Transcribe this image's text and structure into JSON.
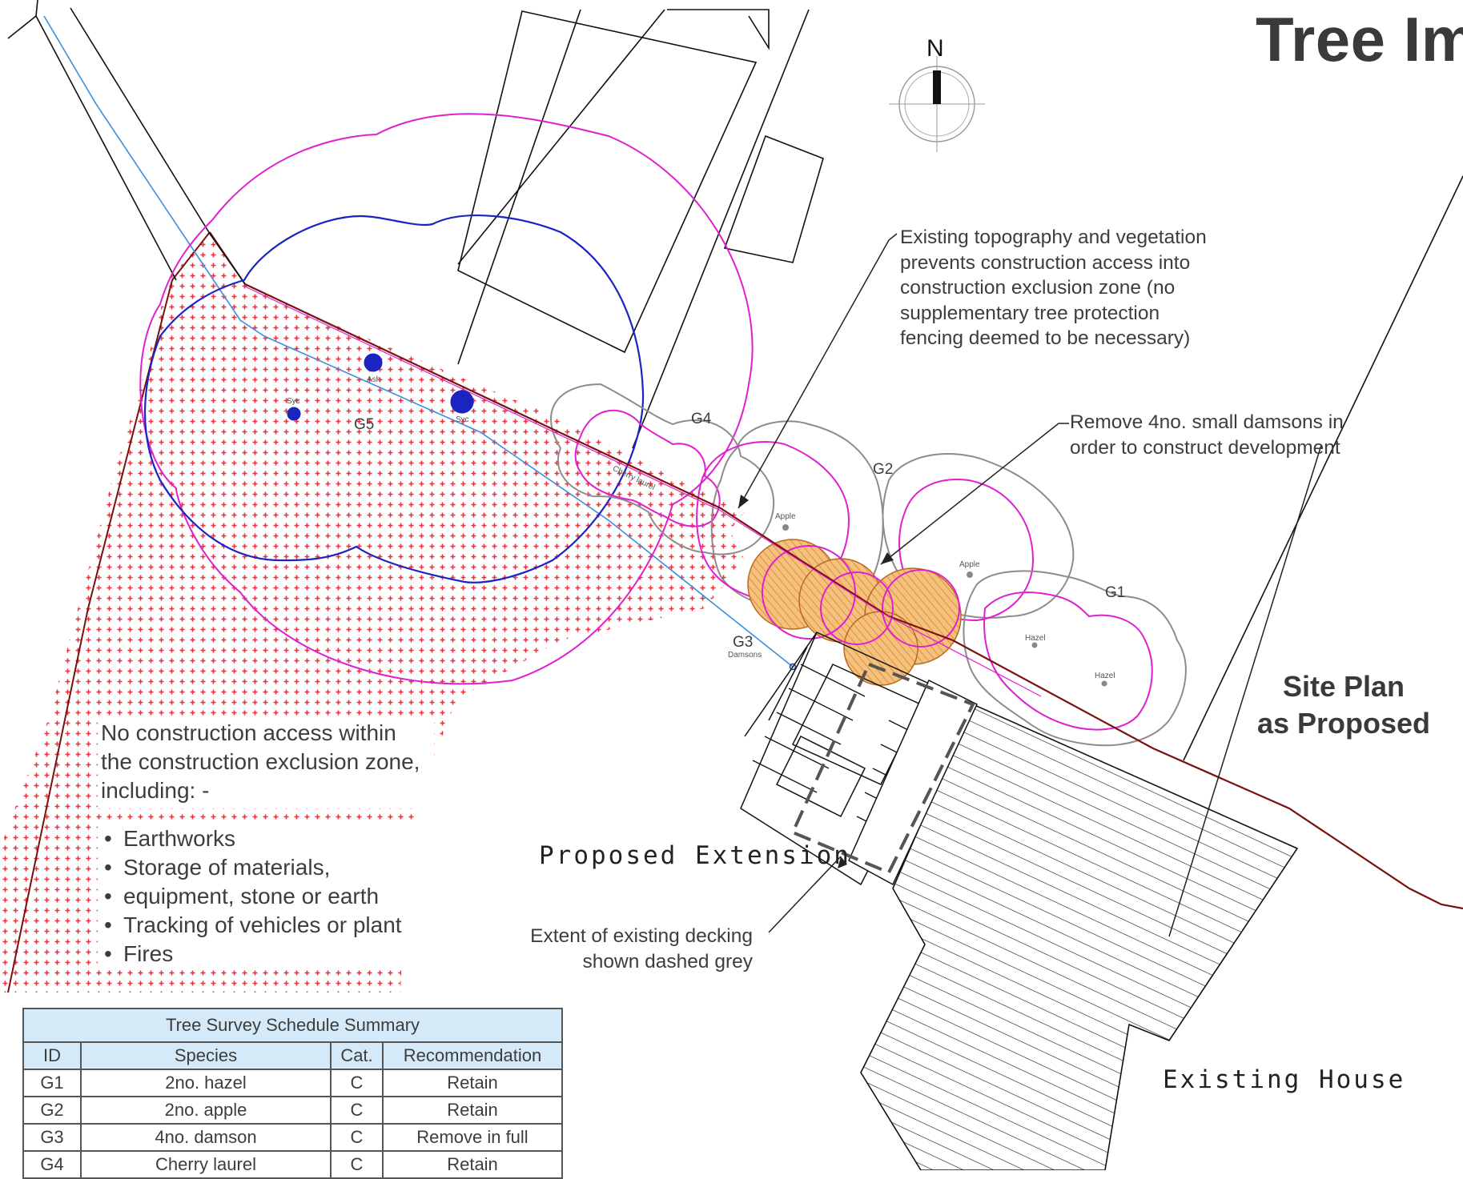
{
  "title": "Tree Im",
  "subtitle": [
    "Site Plan",
    "as Proposed"
  ],
  "north_label": "N",
  "notes": {
    "topography": [
      "Existing topography and vegetation",
      "prevents construction access into",
      "construction exclusion zone (no",
      "supplementary tree protection",
      "fencing deemed to be necessary)"
    ],
    "damsons": [
      "Remove 4no. small damsons in",
      "order to construct development"
    ],
    "decking": [
      "Extent of existing decking",
      "shown dashed grey"
    ],
    "exclusion_intro": [
      "No construction access within",
      "the construction exclusion zone,",
      "including: -"
    ],
    "exclusion_items": [
      "Earthworks",
      "Storage of materials,",
      "equipment, stone or earth",
      "Tracking of vehicles or plant",
      "Fires"
    ]
  },
  "labels": {
    "proposed_extension": "Proposed Extension",
    "existing_house": "Existing House",
    "g1": "G1",
    "g2": "G2",
    "g3": "G3",
    "g3_sub": "Damsons",
    "g4": "G4",
    "g5": "G5",
    "ash": "Ash",
    "syc1": "Syc",
    "syc2": "Syc",
    "cherry": "Cherry laurel",
    "apple1": "Apple",
    "apple2": "Apple",
    "hazel1": "Hazel",
    "hazel2": "Hazel"
  },
  "schedule": {
    "caption": "Tree Survey Schedule Summary",
    "headers": [
      "ID",
      "Species",
      "Cat.",
      "Recommendation"
    ],
    "rows": [
      [
        "G1",
        "2no. hazel",
        "C",
        "Retain"
      ],
      [
        "G2",
        "2no. apple",
        "C",
        "Retain"
      ],
      [
        "G3",
        "4no. damson",
        "C",
        "Remove in full"
      ],
      [
        "G4",
        "Cherry laurel",
        "C",
        "Retain"
      ]
    ]
  },
  "colors": {
    "exclusion_zone": "#e8303a",
    "canopy_existing": "#8c8c8c",
    "rpa_magenta": "#e020d0",
    "canopy_blue": "#1a24c0",
    "tree_removal_fill": "#f2b770",
    "boundary": "#7a1010",
    "water_line": "#3a8fe0"
  }
}
